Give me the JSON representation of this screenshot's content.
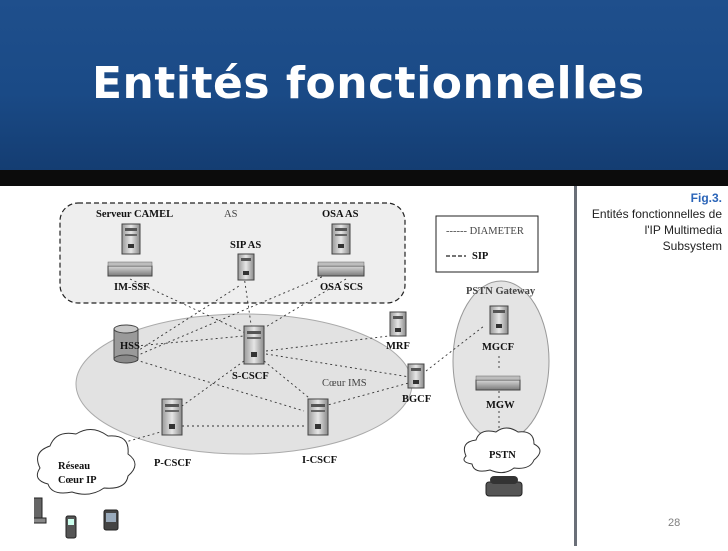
{
  "slide": {
    "title": "Entités fonctionnelles",
    "page_number": "28"
  },
  "caption": {
    "fig_label": "Fig.3.",
    "line1": "Entités fonctionnelles de",
    "line2": "l'IP Multimedia Subsystem"
  },
  "legend": {
    "diameter": "------ DIAMETER",
    "sip": "SIP"
  },
  "nodes": {
    "serveur_camel": "Serveur CAMEL",
    "as": "AS",
    "osa_as": "OSA AS",
    "sip_as": "SIP AS",
    "im_ssf": "IM-SSF",
    "osa_scs": "OSA SCS",
    "hss": "HSS",
    "s_cscf": "S-CSCF",
    "coeur_ims": "Cœur IMS",
    "mrf": "MRF",
    "bgcf": "BGCF",
    "pstn_gateway": "PSTN Gateway",
    "mgcf": "MGCF",
    "mgw": "MGW",
    "pstn": "PSTN",
    "p_cscf": "P-CSCF",
    "i_cscf": "I-CSCF",
    "reseau": "Réseau",
    "coeur_ip": "Cœur IP"
  }
}
